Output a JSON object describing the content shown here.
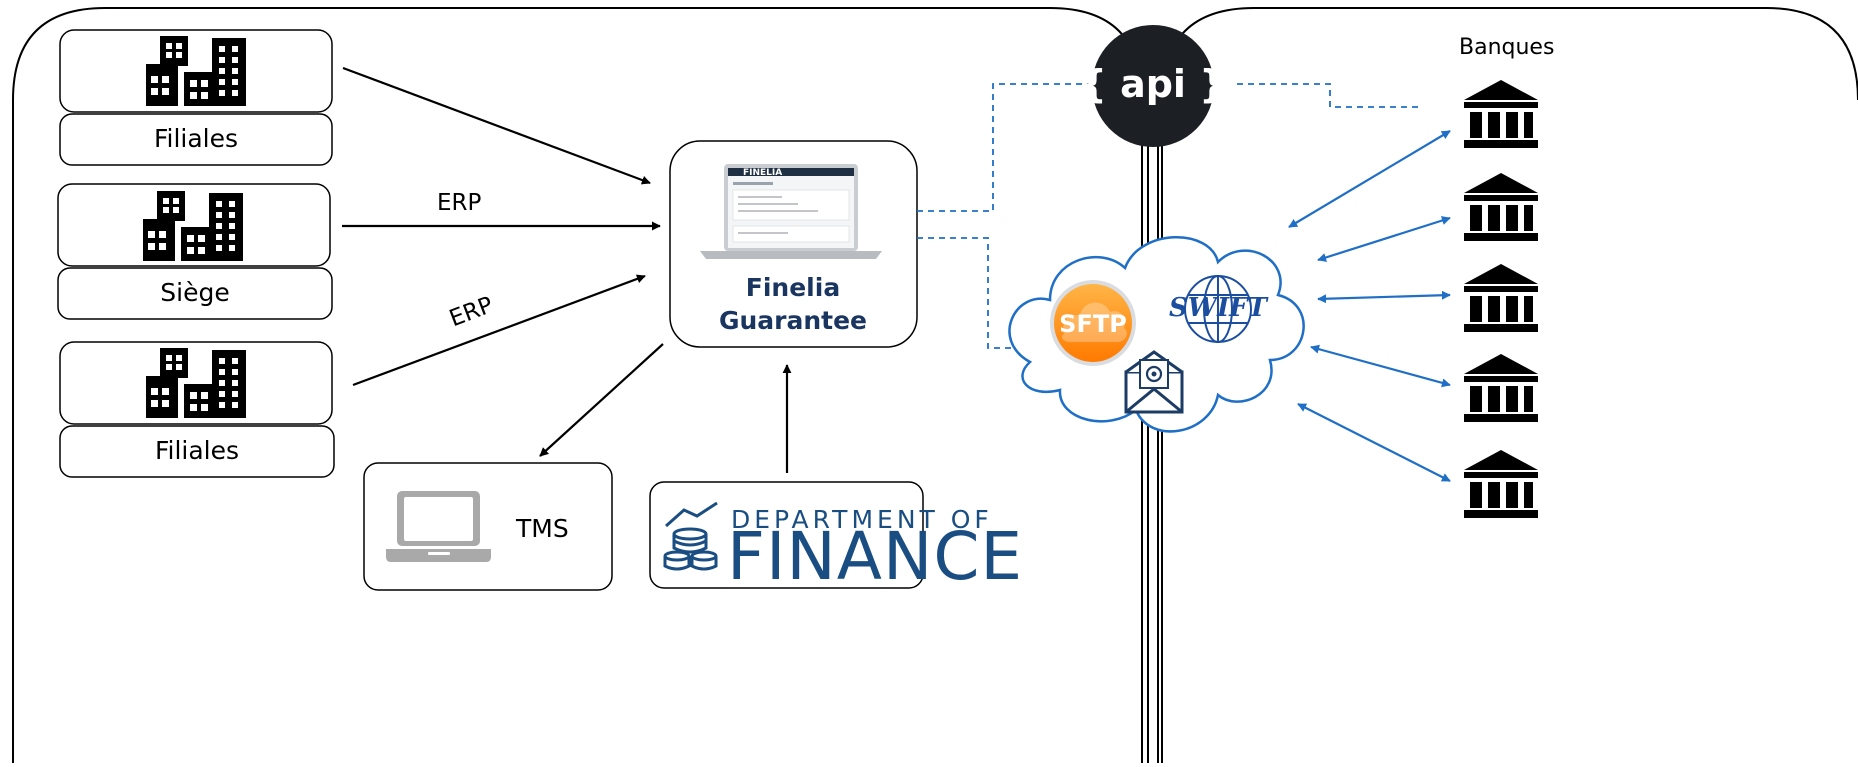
{
  "entities": {
    "top_label": "Filiales",
    "middle_label": "Siège",
    "bottom_label": "Filiales"
  },
  "flows": {
    "erp_middle": "ERP",
    "erp_lower": "ERP"
  },
  "finelia": {
    "name_line1": "Finelia",
    "name_line2": "Guarantee",
    "screen_brand": "FINELIA"
  },
  "tms": {
    "label": "TMS"
  },
  "department": {
    "line1": "DEPARTMENT OF",
    "line2": "FINANCE"
  },
  "api": {
    "label": "{ api }"
  },
  "channels": {
    "sftp": "SFTP",
    "swift": "SWIFT"
  },
  "banks": {
    "title": "Banques",
    "count": 5
  },
  "colors": {
    "line": "#000000",
    "bank_link": "#1f6fc6",
    "dashed": "#1f6fc6",
    "api_bg": "#1c1f24",
    "finance": "#1a4e82",
    "finelia_text": "#1a3560",
    "sftp_start": "#ffb547",
    "sftp_end": "#ff7a00"
  }
}
